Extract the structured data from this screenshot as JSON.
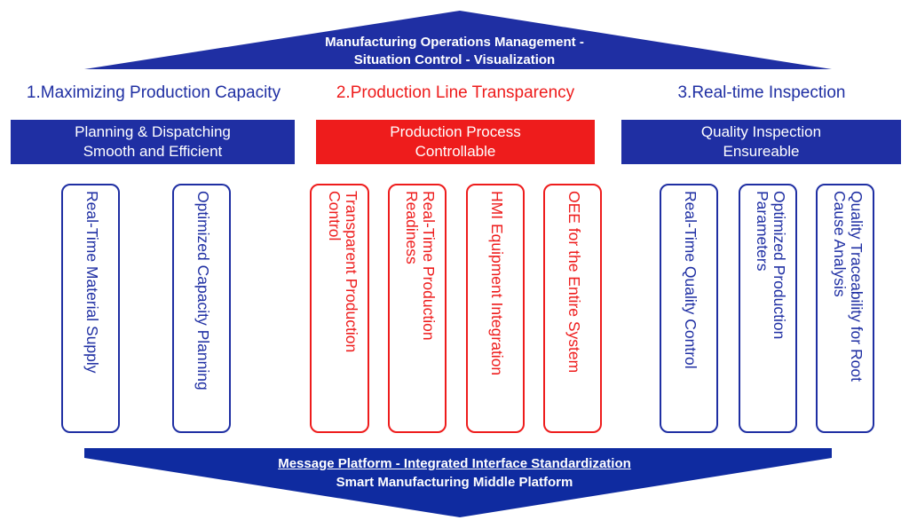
{
  "colors": {
    "blue": "#1f2fa3",
    "deep_blue": "#0f2ba0",
    "red": "#ee1c1c",
    "white": "#ffffff"
  },
  "top_banner": {
    "line1": "Manufacturing Operations Management -",
    "line2": "Situation Control - Visualization"
  },
  "columns": [
    {
      "title": "1.Maximizing Production Capacity",
      "band": {
        "line1": "Planning & Dispatching",
        "line2": "Smooth and Efficient"
      },
      "items": [
        {
          "label": "Real-Time Material Supply"
        },
        {
          "label": "Optimized Capacity Planning"
        }
      ]
    },
    {
      "title": "2.Production Line Transparency",
      "band": {
        "line1": "Production Process",
        "line2": "Controllable"
      },
      "items": [
        {
          "line1": "Transparent Production",
          "line2": "Control"
        },
        {
          "line1": "Real-Time Production",
          "line2": "Readiness"
        },
        {
          "label": "HMI Equipment Integration"
        },
        {
          "label": "OEE for the Entire System"
        }
      ]
    },
    {
      "title": "3.Real-time Inspection",
      "band": {
        "line1": "Quality Inspection",
        "line2": "Ensureable"
      },
      "items": [
        {
          "label": "Real-Time Quality Control"
        },
        {
          "line1": "Optimized Production",
          "line2": "Parameters"
        },
        {
          "line1": "Quality Traceability for Root",
          "line2": "Cause Analysis"
        }
      ]
    }
  ],
  "bottom_banner": {
    "line1": "Message Platform - Integrated Interface Standardization",
    "line2": "Smart Manufacturing Middle Platform"
  }
}
